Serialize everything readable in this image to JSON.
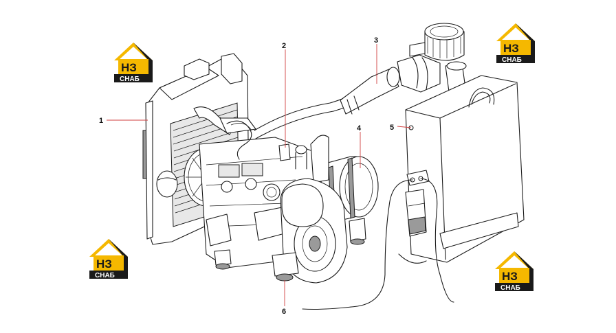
{
  "callouts": [
    {
      "id": "1",
      "label": "1"
    },
    {
      "id": "2",
      "label": "2"
    },
    {
      "id": "3",
      "label": "3"
    },
    {
      "id": "4",
      "label": "4"
    },
    {
      "id": "5",
      "label": "5"
    },
    {
      "id": "6",
      "label": "6"
    }
  ],
  "watermark": {
    "mark": "НЗ",
    "caption": "СНАБ"
  },
  "colors": {
    "logo_yellow": "#f5b800",
    "logo_black": "#1a1a1a",
    "leader_red": "#d04040"
  }
}
